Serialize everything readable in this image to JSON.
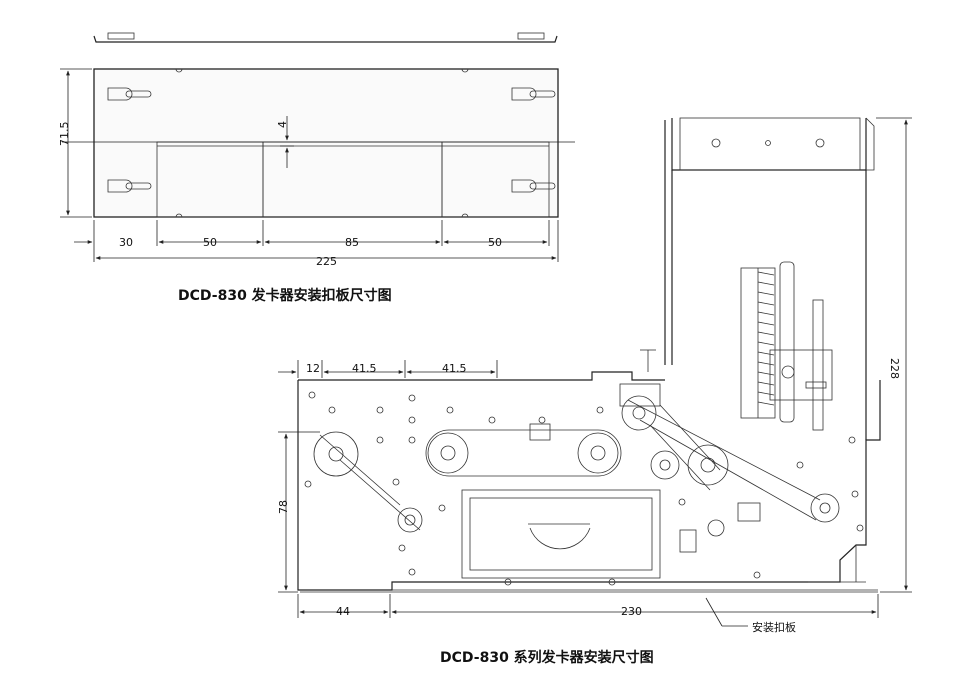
{
  "top_diagram": {
    "title": "DCD-830 发卡器安装扣板尺寸图",
    "dims": {
      "height": "71.5",
      "offset": "4",
      "seg_a": "30",
      "seg_b": "50",
      "seg_c": "85",
      "seg_d": "50",
      "total": "225"
    }
  },
  "bottom_diagram": {
    "title": "DCD-830 系列发卡器安装尺寸图",
    "callout": "安装扣板",
    "dims": {
      "left_top": "12",
      "pitch_1": "41.5",
      "pitch_2": "41.5",
      "height_left": "78",
      "height_right": "228",
      "left_offset": "44",
      "width": "230"
    }
  }
}
